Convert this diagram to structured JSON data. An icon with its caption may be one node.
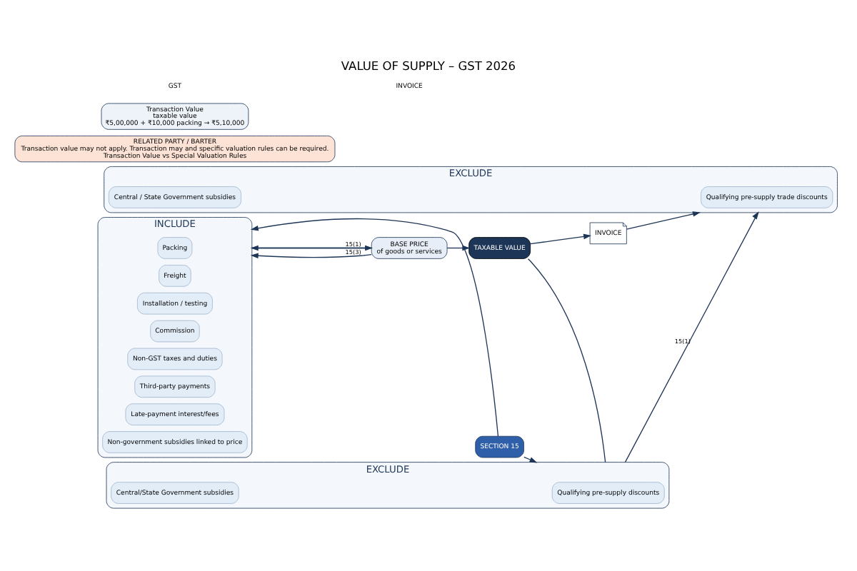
{
  "diagram": {
    "title": "VALUE OF SUPPLY – GST 2026",
    "nodes": [
      {
        "text": [
          "SECTION 15"
        ]
      },
      {
        "text": [
          "INCLUDE"
        ]
      },
      {
        "text": [
          "Packing"
        ],
        "in": 1
      },
      {
        "text": [
          "Freight"
        ],
        "in": 1
      },
      {
        "text": [
          "Installation / testing"
        ],
        "in": 1
      },
      {
        "text": [
          "Commission"
        ],
        "in": 1
      },
      {
        "text": [
          "Non-GST taxes and duties"
        ],
        "in": 1
      },
      {
        "text": [
          "Third-party payments"
        ],
        "in": 1
      },
      {
        "text": [
          "Late-payment interest/fees"
        ],
        "in": 1
      },
      {
        "text": [
          "Non-government subsidies linked to price"
        ],
        "in": 1
      },
      {
        "text": [
          "BASE PRICE",
          "of goods or services"
        ]
      },
      {
        "text": [
          "TAXABLE VALUE"
        ]
      },
      {
        "text": [
          "EXCLUDE"
        ]
      },
      {
        "text": [
          "Qualifying pre-supply discounts"
        ],
        "in": 12
      },
      {
        "text": [
          "Central/State Government subsidies"
        ],
        "in": 12
      },
      {
        "text": [
          "INVOICE"
        ]
      },
      {
        "text": [
          "EXCLUDE"
        ]
      },
      {
        "text": [
          "Qualifying pre-supply trade discounts"
        ],
        "in": 16
      },
      {
        "text": [
          "Central / State Government subsidies"
        ],
        "in": 16
      },
      {
        "text": [
          "RELATED PARTY / BARTER",
          "Transaction value may not apply. Transaction may and specific valuation rules can be required.",
          "Transaction Value vs Special Valuation Rules"
        ]
      },
      {
        "text": [
          "Transaction Value",
          "taxable value",
          "₹5,00,000 + ₹10,000 packing → ₹5,10,000"
        ]
      }
    ],
    "edges": [
      {
        "from": 0,
        "to": 1,
        "arrow": "to"
      },
      {
        "from": 0,
        "to": 12,
        "arrow": "to"
      },
      {
        "from": 1,
        "to": 10,
        "arrow": "to"
      },
      {
        "from": 10,
        "to": 11,
        "arrow": "to"
      },
      {
        "from": 11,
        "to": 12,
        "arrow": "none"
      },
      {
        "from": 11,
        "to": 15,
        "arrow": "to"
      },
      {
        "from": 15,
        "to": 16,
        "arrow": "to"
      },
      {
        "from": 12,
        "to": 16,
        "label": "15(1)",
        "arrow": "to"
      },
      {
        "from": 10,
        "to": 1,
        "label": "15(1)",
        "arrow": "to"
      },
      {
        "from": 10,
        "to": 1,
        "label": "15(3)",
        "arrow": "to"
      }
    ],
    "labels": [
      "GST",
      "INVOICE"
    ]
  }
}
